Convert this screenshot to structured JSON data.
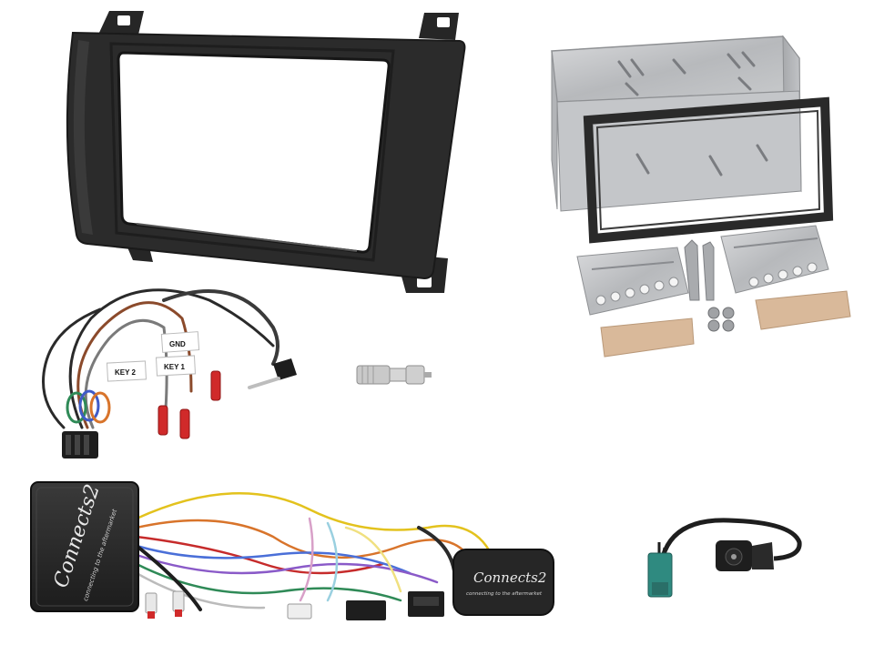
{
  "products": {
    "fascia": {
      "icon": "double-din-fascia-icon"
    },
    "cage": {
      "icon": "din-cage-kit-icon"
    },
    "patch_lead": {
      "icon": "patch-lead-icon",
      "tags": {
        "gnd": "GND",
        "key1": "KEY 1",
        "key2": "KEY 2"
      },
      "wire_colors": [
        "#2a2a2a",
        "#8b4a2b",
        "#7a7a7a",
        "#2f8a57",
        "#3f5bc8",
        "#d8742b"
      ]
    },
    "antenna_adapter": {
      "icon": "antenna-adapter-icon"
    },
    "interface": {
      "icon": "steering-interface-icon",
      "brand_logo": "Connects2",
      "tagline": "connecting to the aftermarket"
    },
    "fakra_lead": {
      "icon": "fakra-antenna-lead-icon",
      "accent": "#2f8a80"
    }
  }
}
